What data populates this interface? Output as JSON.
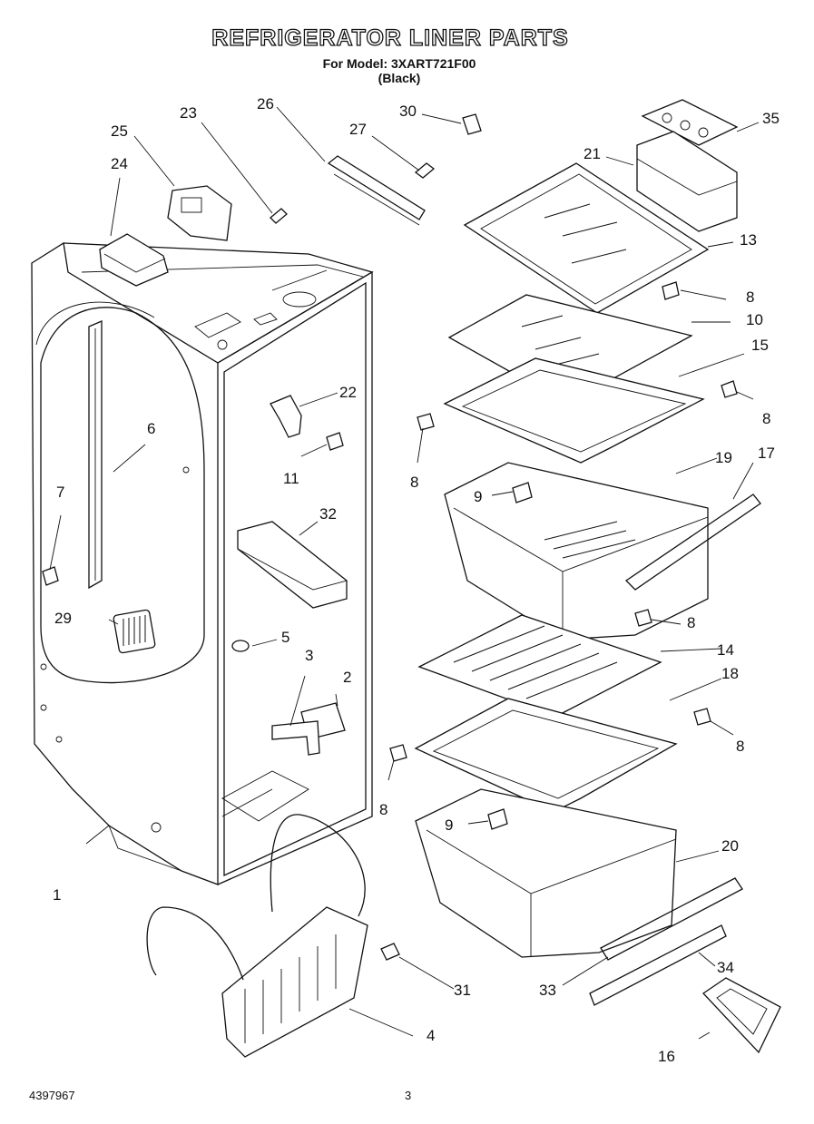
{
  "header": {
    "title": "REFRIGERATOR LINER PARTS",
    "model_line": "For Model: 3XART721F00",
    "color_line": "(Black)"
  },
  "footer": {
    "doc_number": "4397967",
    "page_number": "3"
  },
  "callouts": {
    "c1": "1",
    "c2": "2",
    "c3": "3",
    "c4": "4",
    "c5": "5",
    "c6": "6",
    "c7": "7",
    "c8a": "8",
    "c8b": "8",
    "c8c": "8",
    "c8d": "8",
    "c8e": "8",
    "c8f": "8",
    "c9a": "9",
    "c9b": "9",
    "c10": "10",
    "c11": "11",
    "c13": "13",
    "c14": "14",
    "c15": "15",
    "c16": "16",
    "c17": "17",
    "c18": "18",
    "c19": "19",
    "c20": "20",
    "c21": "21",
    "c22": "22",
    "c23": "23",
    "c24": "24",
    "c25": "25",
    "c26": "26",
    "c27": "27",
    "c29": "29",
    "c30": "30",
    "c31": "31",
    "c32": "32",
    "c33": "33",
    "c34": "34",
    "c35": "35"
  }
}
